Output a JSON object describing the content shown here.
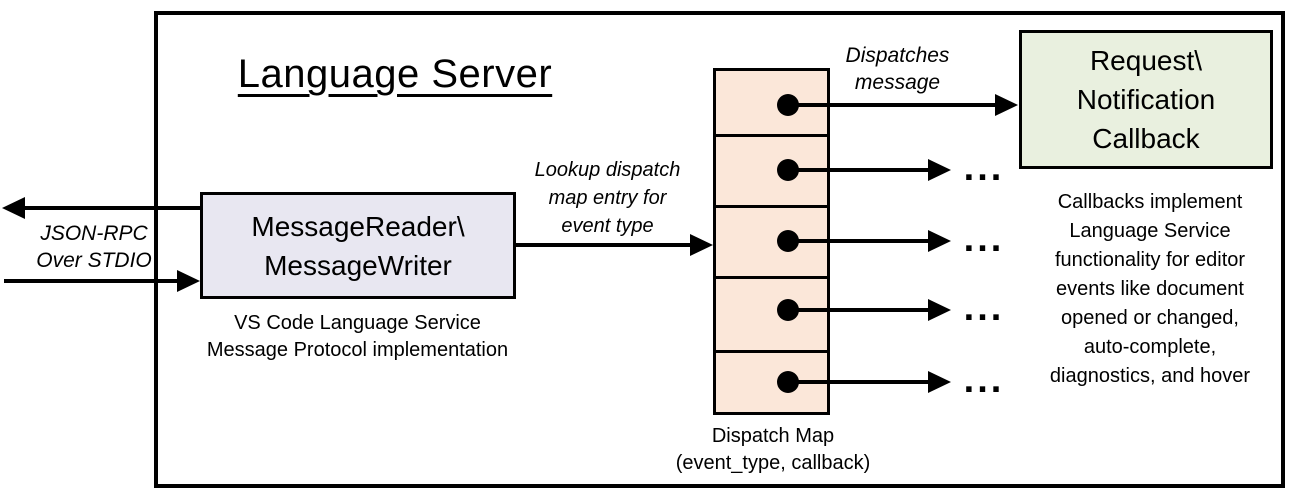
{
  "title": "Language Server",
  "colors": {
    "message_box_fill": "#e8e7f1",
    "dispatch_cell_fill": "#fbe7d9",
    "callback_box_fill": "#e9f0df",
    "line_color": "#000000"
  },
  "io_channel": {
    "label_lines": [
      "JSON-RPC",
      "Over STDIO"
    ]
  },
  "message_component": {
    "label_lines": [
      "MessageReader\\",
      "MessageWriter"
    ],
    "caption_lines": [
      "VS Code Language Service",
      "Message Protocol implementation"
    ]
  },
  "lookup_annotation_lines": [
    "Lookup dispatch",
    "map entry for",
    "event type"
  ],
  "dispatch_annotation_lines": [
    "Dispatches",
    "message"
  ],
  "dispatch_map": {
    "row_count": 5,
    "ellipsis": "...",
    "caption_lines": [
      "Dispatch Map",
      "(event_type, callback)"
    ]
  },
  "callback_box": {
    "label_lines": [
      "Request\\",
      "Notification",
      "Callback"
    ]
  },
  "callbacks_note_lines": [
    "Callbacks implement",
    "Language Service",
    "functionality for editor",
    "events like document",
    "opened or changed,",
    "auto-complete,",
    "diagnostics, and hover"
  ]
}
